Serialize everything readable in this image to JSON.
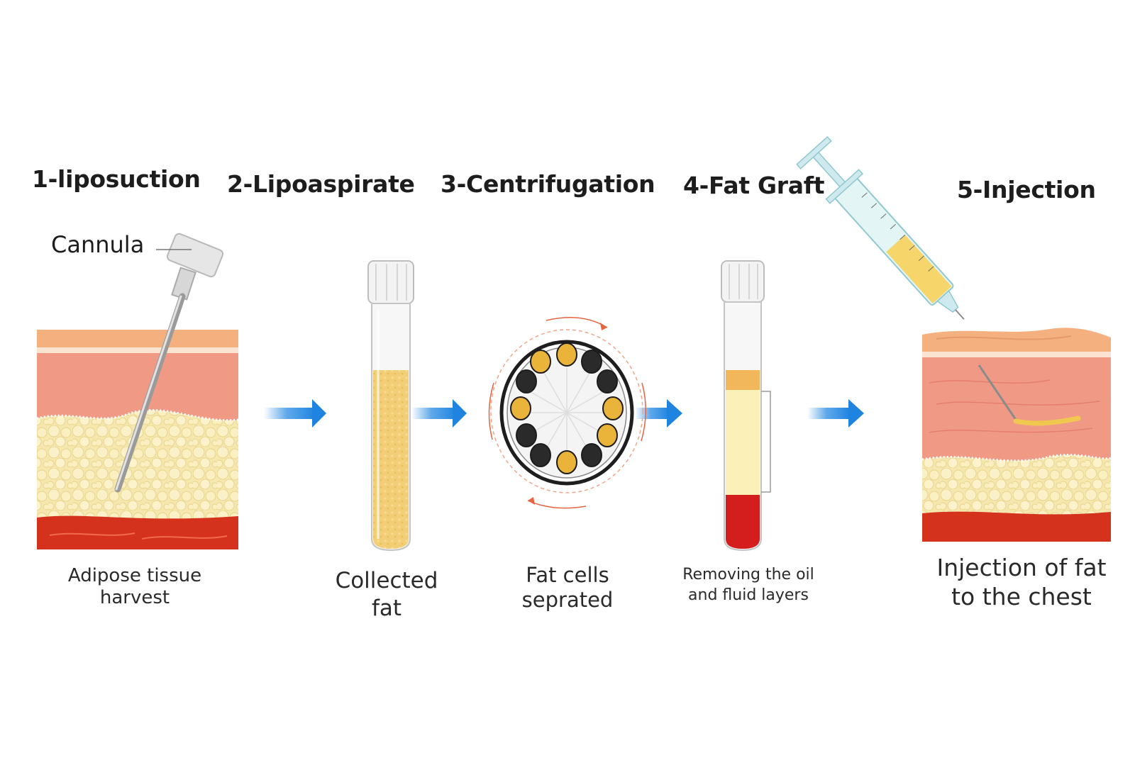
{
  "steps": [
    {
      "title": "1-liposuction",
      "caption_line1": "Adipose tissue",
      "caption_line2": "harvest"
    },
    {
      "title": "2-Lipoaspirate",
      "caption_line1": "Collected",
      "caption_line2": "fat"
    },
    {
      "title": "3-Centrifugation",
      "caption_line1": "Fat cells",
      "caption_line2": "seprated"
    },
    {
      "title": "4-Fat Graft",
      "caption_line1": "Removing the oil",
      "caption_line2": "and fluid layers"
    },
    {
      "title": "5-Injection",
      "caption_line1": "Injection of fat",
      "caption_line2": "to the chest"
    }
  ],
  "labels": {
    "cannula": "Cannula"
  },
  "colors": {
    "skin_top": "#f1a983",
    "dermis": "#ee9781",
    "fat": "#f4e3a4",
    "muscle": "#d9331d",
    "arrow": "#2a8ce3",
    "fat_tube": "#f0cf78",
    "blood": "#d41d1d"
  }
}
